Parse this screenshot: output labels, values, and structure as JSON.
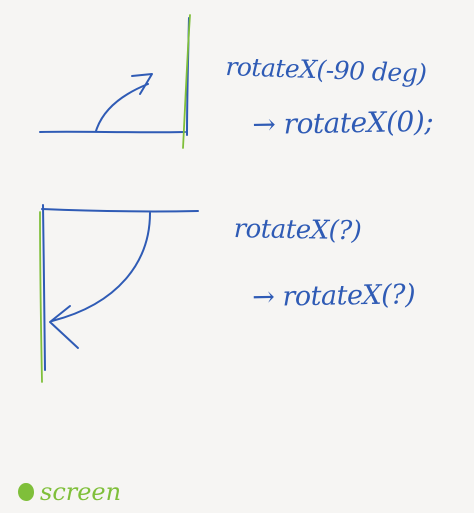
{
  "notes": {
    "first": "rotateX(-90 deg)",
    "first_target": "→ rotateX(0);",
    "second": "rotateX(?)",
    "second_target": "→ rotateX(?)"
  },
  "legend": {
    "label": "screen",
    "color": "#7fbf3a"
  },
  "colors": {
    "ink": "#2f5bb5",
    "screen": "#7fbf3a",
    "paper": "#f6f5f3"
  }
}
